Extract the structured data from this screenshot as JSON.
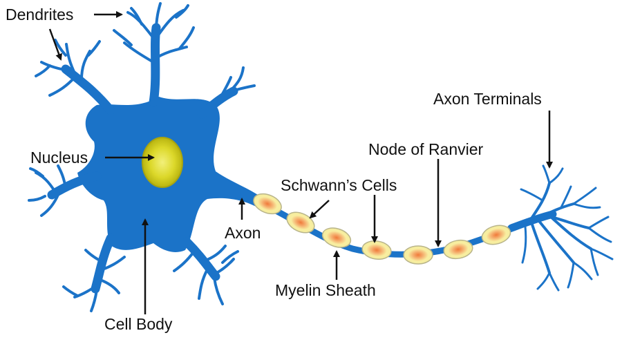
{
  "labels": {
    "dendrites": "Dendrites",
    "nucleus": "Nucleus",
    "cell_body": "Cell Body",
    "axon": "Axon",
    "schwann_cells": "Schwann’s Cells",
    "myelin_sheath": "Myelin Sheath",
    "node_of_ranvier": "Node of Ranvier",
    "axon_terminals": "Axon Terminals"
  },
  "colors": {
    "neuron_body": "#1b73c8",
    "nucleus_fill": "#d8d41a",
    "nucleus_inner": "#f2f07a",
    "schwann_fill": "#f7f2a6",
    "schwann_core": "#f5a05a",
    "schwann_outline": "#b8b48a",
    "arrow": "#111111",
    "text": "#111111"
  },
  "schwann_cell_count": 7
}
